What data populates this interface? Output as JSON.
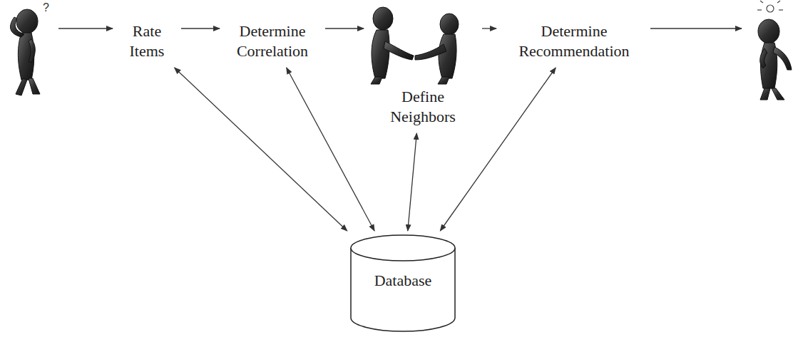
{
  "diagram": {
    "nodes": [
      {
        "text": [
          "Rate Items"
        ]
      },
      {
        "text": [
          "Determine Correlation"
        ]
      },
      {
        "text": [
          "Define Neighbors"
        ]
      },
      {
        "text": [
          "Determine Recommendation"
        ]
      },
      {
        "text": [
          "Database"
        ]
      }
    ],
    "edges": [
      {
        "from": 0,
        "to": 1,
        "arrow": "to"
      },
      {
        "from": 1,
        "to": 2,
        "arrow": "to"
      },
      {
        "from": 2,
        "to": 3,
        "arrow": "to"
      },
      {
        "from": 0,
        "to": 4,
        "arrow": "both"
      },
      {
        "from": 1,
        "to": 4,
        "arrow": "both"
      },
      {
        "from": 2,
        "to": 4,
        "arrow": "both"
      },
      {
        "from": 3,
        "to": 4,
        "arrow": "both"
      }
    ]
  }
}
